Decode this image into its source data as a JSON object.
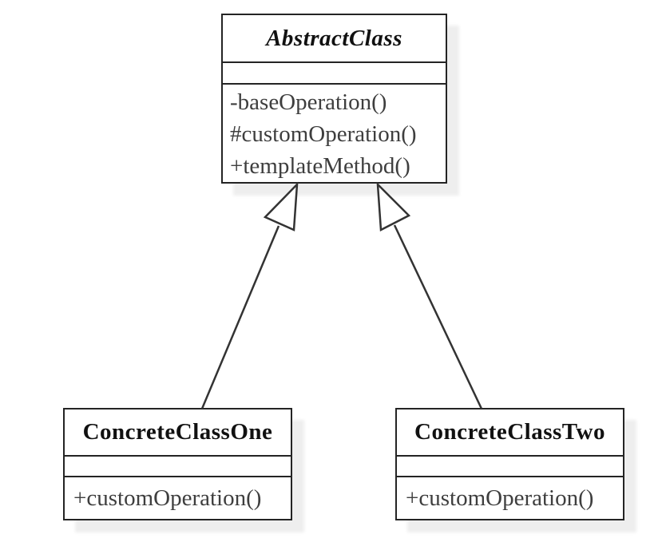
{
  "diagram": {
    "kind": "uml-class-diagram",
    "classes": {
      "abstract": {
        "name": "AbstractClass",
        "is_abstract": true,
        "attributes": [],
        "methods": [
          "-baseOperation()",
          "#customOperation()",
          "+templateMethod()"
        ]
      },
      "concrete_one": {
        "name": "ConcreteClassOne",
        "is_abstract": false,
        "attributes": [],
        "methods": [
          "+customOperation()"
        ]
      },
      "concrete_two": {
        "name": "ConcreteClassTwo",
        "is_abstract": false,
        "attributes": [],
        "methods": [
          "+customOperation()"
        ]
      }
    },
    "relationships": [
      {
        "from": "ConcreteClassOne",
        "to": "AbstractClass",
        "type": "generalization",
        "arrow": "hollow-triangle"
      },
      {
        "from": "ConcreteClassTwo",
        "to": "AbstractClass",
        "type": "generalization",
        "arrow": "hollow-triangle"
      }
    ],
    "colors": {
      "background": "#ffffff",
      "box_fill": "#ffffff",
      "box_border": "#242424",
      "edge_line": "#333333",
      "title_text": "#111111",
      "method_text": "#3e3e3e",
      "shadow": "#eeeeee"
    }
  }
}
